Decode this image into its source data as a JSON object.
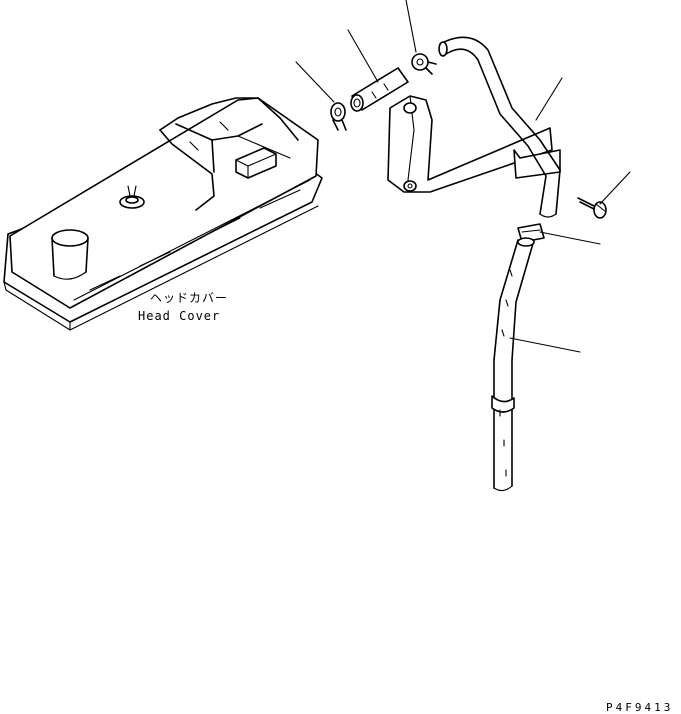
{
  "diagram": {
    "part_label_jp": "ヘッドカバー",
    "part_label_en": "Head Cover",
    "figure_code": "P4F9413"
  }
}
